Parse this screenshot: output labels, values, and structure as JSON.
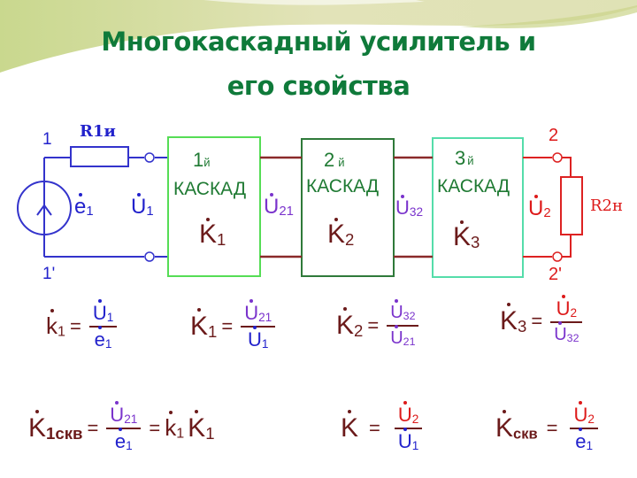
{
  "title": {
    "line1": "Многокаскадный усилитель и",
    "line2": "его свойства"
  },
  "colors": {
    "title_green": "#0f7a3a",
    "source_blue": "#2222cc",
    "interstage_purple": "#7a33cc",
    "output_red": "#dd1a1a",
    "gain_maroon": "#6b1a1a",
    "stage_green": "#1f7a33",
    "bg_swoosh": "#d8dca8"
  },
  "circuit": {
    "source": {
      "symbol": "e",
      "sub": "1",
      "terminal_top": "1",
      "terminal_bottom": "1'"
    },
    "source_resistor": "R1и",
    "input_voltage": {
      "symbol": "U",
      "sub": "1"
    },
    "stages": [
      {
        "num": "1",
        "suffix": "й",
        "name": "КАСКАД",
        "gain": "K",
        "gain_sub": "1"
      },
      {
        "num": "2",
        "suffix": "й",
        "name": "КАСКАД",
        "gain": "K",
        "gain_sub": "2"
      },
      {
        "num": "3",
        "suffix": "й",
        "name": "КАСКАД",
        "gain": "K",
        "gain_sub": "3"
      }
    ],
    "interstage_voltages": [
      {
        "symbol": "U",
        "sub": "21"
      },
      {
        "symbol": "U",
        "sub": "32"
      }
    ],
    "output_voltage": {
      "symbol": "U",
      "sub": "2"
    },
    "load_resistor": "R2н",
    "output_terminal_top": "2",
    "output_terminal_bottom": "2'"
  },
  "formulas": {
    "row1": [
      {
        "lhs": "k",
        "lhs_sub": "1",
        "num": "U",
        "num_sub": "1",
        "den": "e",
        "den_sub": "1"
      },
      {
        "lhs": "K",
        "lhs_sub": "1",
        "num": "U",
        "num_sub": "21",
        "den": "U",
        "den_sub": "1"
      },
      {
        "lhs": "K",
        "lhs_sub": "2",
        "num": "U",
        "num_sub": "32",
        "den": "U",
        "den_sub": "21"
      },
      {
        "lhs": "K",
        "lhs_sub": "3",
        "num": "U",
        "num_sub": "2",
        "den": "U",
        "den_sub": "32"
      }
    ],
    "row2": [
      {
        "lhs": "K",
        "lhs_sub": "1скв",
        "num": "U",
        "num_sub": "21",
        "den": "e",
        "den_sub": "1",
        "rhs_a": "k",
        "rhs_a_sub": "1",
        "rhs_b": "K",
        "rhs_b_sub": "1"
      },
      {
        "lhs": "K",
        "lhs_sub": "",
        "num": "U",
        "num_sub": "2",
        "den": "U",
        "den_sub": "1"
      },
      {
        "lhs": "K",
        "lhs_sub": "скв",
        "num": "U",
        "num_sub": "2",
        "den": "e",
        "den_sub": "1"
      }
    ],
    "equals": "="
  }
}
